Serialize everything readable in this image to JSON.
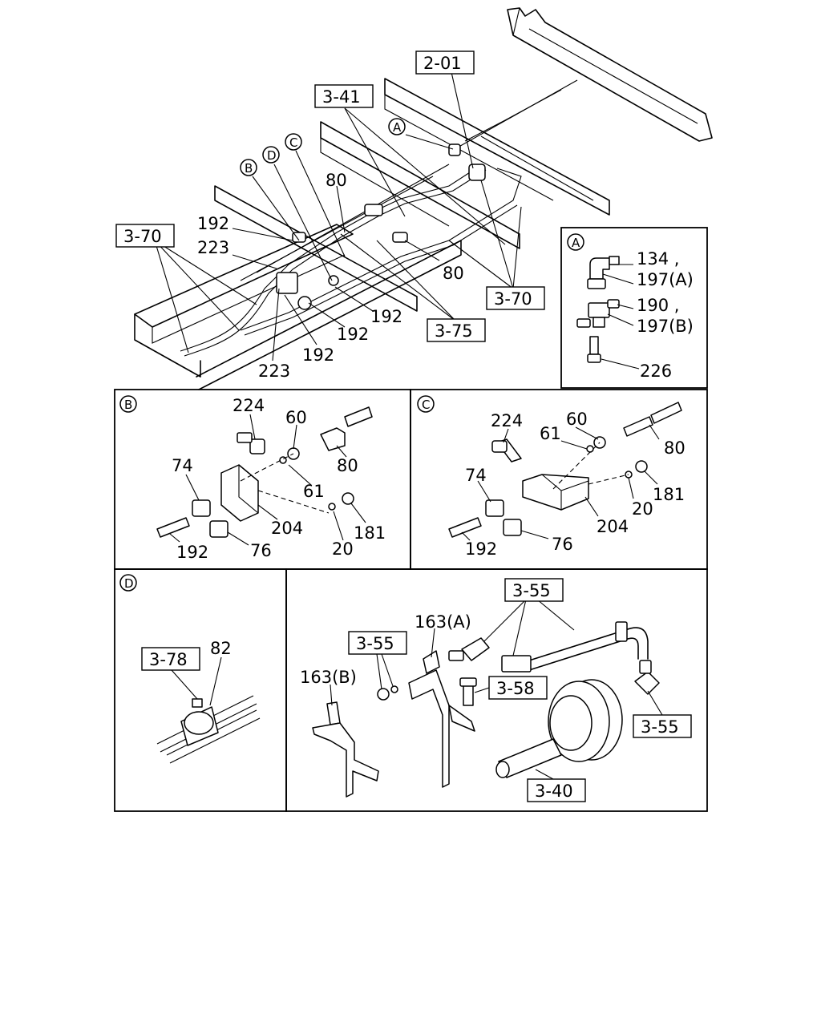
{
  "overview": {
    "ref_2_01": "2-01",
    "ref_3_41": "3-41",
    "ref_3_70_left": "3-70",
    "ref_3_70_right": "3-70",
    "ref_3_75": "3-75",
    "callout_a": "A",
    "callout_b": "B",
    "callout_c": "C",
    "callout_d": "D",
    "p80_top": "80",
    "p80_right": "80",
    "p192_top": "192",
    "p192_mid_right": "192",
    "p192_right": "192",
    "p192_bottom": "192",
    "p223_top": "223",
    "p223_bottom": "223"
  },
  "detail_a": {
    "tag": "A",
    "p134": "134 ,",
    "p197a": "197(A)",
    "p190": "190 ,",
    "p197b": "197(B)",
    "p226": "226"
  },
  "detail_b": {
    "tag": "B",
    "p224": "224",
    "p60": "60",
    "p74": "74",
    "p80": "80",
    "p61": "61",
    "p204": "204",
    "p181": "181",
    "p192": "192",
    "p76": "76",
    "p20": "20"
  },
  "detail_c": {
    "tag": "C",
    "p224": "224",
    "p60": "60",
    "p61": "61",
    "p80": "80",
    "p74": "74",
    "p181": "181",
    "p20": "20",
    "p204": "204",
    "p192": "192",
    "p76": "76"
  },
  "detail_d": {
    "tag": "D",
    "ref_3_78": "3-78",
    "p82": "82"
  },
  "detail_e": {
    "ref_3_55_top": "3-55",
    "ref_3_55_left": "3-55",
    "ref_3_55_right": "3-55",
    "p163a": "163(A)",
    "p163b": "163(B)",
    "ref_3_58": "3-58",
    "ref_3_40": "3-40"
  }
}
